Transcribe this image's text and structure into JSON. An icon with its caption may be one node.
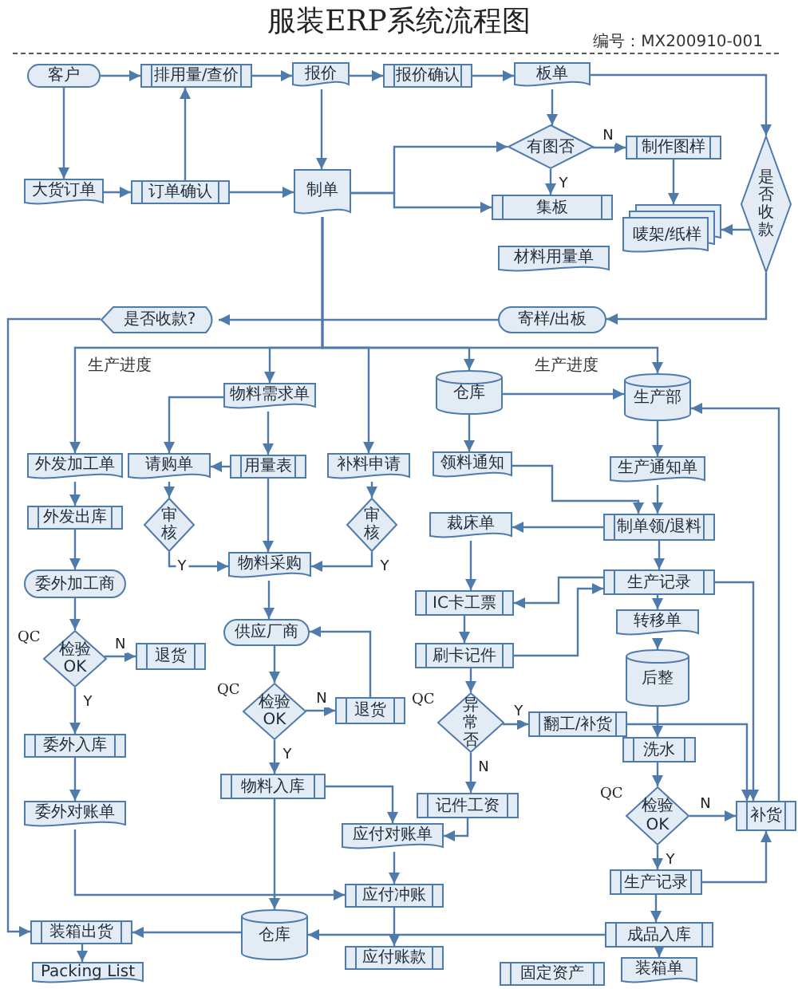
{
  "diagram": {
    "title": "服装ERP系统流程图",
    "nodes": [
      {
        "text": [
          "客户"
        ]
      },
      {
        "text": [
          "排用量/查价"
        ]
      },
      {
        "text": [
          "报价"
        ]
      },
      {
        "text": [
          "报价确认"
        ]
      },
      {
        "text": [
          "板单"
        ]
      },
      {
        "text": [
          "有图否"
        ]
      },
      {
        "text": [
          "制作图样"
        ]
      },
      {
        "text": [
          "是否收款"
        ]
      },
      {
        "text": [
          "大货订单"
        ]
      },
      {
        "text": [
          "订单确认"
        ]
      },
      {
        "text": [
          "制单"
        ]
      },
      {
        "text": [
          "集板"
        ]
      },
      {
        "text": [
          "唛架/纸样"
        ]
      },
      {
        "text": [
          "材料用量单"
        ]
      },
      {
        "text": [
          "是否收款?"
        ]
      },
      {
        "text": [
          "寄样/出板"
        ]
      },
      {
        "text": [
          "物料需求单"
        ]
      },
      {
        "text": [
          "仓库"
        ]
      },
      {
        "text": [
          "生产部"
        ]
      },
      {
        "text": [
          "外发加工单"
        ]
      },
      {
        "text": [
          "请购单"
        ]
      },
      {
        "text": [
          "用量表"
        ]
      },
      {
        "text": [
          "补料申请"
        ]
      },
      {
        "text": [
          "领料通知"
        ]
      },
      {
        "text": [
          "生产通知单"
        ]
      },
      {
        "text": [
          "外发出库"
        ]
      },
      {
        "text": [
          "审核"
        ]
      },
      {
        "text": [
          "审核"
        ]
      },
      {
        "text": [
          "裁床单"
        ]
      },
      {
        "text": [
          "制单领/退料"
        ]
      },
      {
        "text": [
          "委外加工商"
        ]
      },
      {
        "text": [
          "物料采购"
        ]
      },
      {
        "text": [
          "IC卡工票"
        ]
      },
      {
        "text": [
          "生产记录"
        ]
      },
      {
        "text": [
          "转移单"
        ]
      },
      {
        "text": [
          "检验OK"
        ],
        "beside": [
          "QC"
        ]
      },
      {
        "text": [
          "退货"
        ]
      },
      {
        "text": [
          "供应厂商"
        ]
      },
      {
        "text": [
          "刷卡记件"
        ]
      },
      {
        "text": [
          "后整"
        ]
      },
      {
        "text": [
          "检验OK"
        ],
        "beside": [
          "QC"
        ]
      },
      {
        "text": [
          "退货"
        ]
      },
      {
        "text": [
          "异常否"
        ],
        "beside": [
          "QC"
        ]
      },
      {
        "text": [
          "翻工/补货"
        ]
      },
      {
        "text": [
          "洗水"
        ]
      },
      {
        "text": [
          "委外入库"
        ]
      },
      {
        "text": [
          "物料入库"
        ]
      },
      {
        "text": [
          "检验OK"
        ],
        "beside": [
          "QC"
        ]
      },
      {
        "text": [
          "补货"
        ]
      },
      {
        "text": [
          "委外对账单"
        ]
      },
      {
        "text": [
          "记件工资"
        ]
      },
      {
        "text": [
          "应付对账单"
        ]
      },
      {
        "text": [
          "生产记录"
        ]
      },
      {
        "text": [
          "应付冲账"
        ]
      },
      {
        "text": [
          "装箱出货"
        ]
      },
      {
        "text": [
          "仓库"
        ]
      },
      {
        "text": [
          "成品入库"
        ]
      },
      {
        "text": [
          "应付账款"
        ]
      },
      {
        "text": [
          "装箱单"
        ]
      },
      {
        "text": [
          "Packing List"
        ]
      },
      {
        "text": [
          "固定资产"
        ]
      }
    ],
    "edges": [
      {
        "from": 0,
        "to": 1,
        "arrow": "to"
      },
      {
        "from": 1,
        "to": 2,
        "arrow": "to"
      },
      {
        "from": 2,
        "to": 3,
        "arrow": "to"
      },
      {
        "from": 3,
        "to": 4,
        "arrow": "to"
      },
      {
        "from": 4,
        "to": 7,
        "arrow": "to"
      },
      {
        "from": 4,
        "to": 5,
        "arrow": "to"
      },
      {
        "from": 5,
        "to": 6,
        "arrow": "to",
        "label": "N"
      },
      {
        "from": 5,
        "to": 11,
        "arrow": "to",
        "label": "Y"
      },
      {
        "from": 6,
        "to": 12,
        "arrow": "to"
      },
      {
        "from": 0,
        "to": 8,
        "arrow": "to"
      },
      {
        "from": 8,
        "to": 9,
        "arrow": "to"
      },
      {
        "from": 9,
        "to": 1,
        "arrow": "to"
      },
      {
        "from": 9,
        "to": 10,
        "arrow": "to"
      },
      {
        "from": 2,
        "to": 10,
        "arrow": "to"
      },
      {
        "from": 10,
        "to": 5,
        "arrow": "to"
      },
      {
        "from": 10,
        "to": 11,
        "arrow": "to"
      },
      {
        "from": 7,
        "to": 12,
        "arrow": "to"
      },
      {
        "from": 7,
        "to": 15,
        "arrow": "to"
      },
      {
        "from": 15,
        "to": 14,
        "arrow": "to"
      },
      {
        "from": 14,
        "to": 54,
        "arrow": "to"
      },
      {
        "from": 10,
        "to": 19,
        "arrow": "to"
      },
      {
        "from": 10,
        "to": 16,
        "arrow": "to"
      },
      {
        "from": 10,
        "to": 22,
        "arrow": "to"
      },
      {
        "from": 10,
        "to": 17,
        "arrow": "to"
      },
      {
        "from": 10,
        "to": 18,
        "arrow": "to"
      },
      {
        "from": 16,
        "to": 21,
        "arrow": "to"
      },
      {
        "from": 16,
        "to": 20,
        "arrow": "to"
      },
      {
        "from": 21,
        "to": 20,
        "arrow": "to"
      },
      {
        "from": 20,
        "to": 26,
        "arrow": "to"
      },
      {
        "from": 26,
        "to": 31,
        "arrow": "to",
        "label": "Y"
      },
      {
        "from": 21,
        "to": 31,
        "arrow": "to"
      },
      {
        "from": 22,
        "to": 27,
        "arrow": "to"
      },
      {
        "from": 27,
        "to": 31,
        "arrow": "to",
        "label": "Y"
      },
      {
        "from": 31,
        "to": 37,
        "arrow": "to"
      },
      {
        "from": 37,
        "to": 40,
        "arrow": "to"
      },
      {
        "from": 40,
        "to": 41,
        "arrow": "to",
        "label": "N"
      },
      {
        "from": 41,
        "to": 37,
        "arrow": "to"
      },
      {
        "from": 40,
        "to": 46,
        "arrow": "to",
        "label": "Y"
      },
      {
        "from": 46,
        "to": 51,
        "arrow": "to"
      },
      {
        "from": 46,
        "to": 55,
        "arrow": "to"
      },
      {
        "from": 19,
        "to": 25,
        "arrow": "to"
      },
      {
        "from": 25,
        "to": 30,
        "arrow": "to"
      },
      {
        "from": 30,
        "to": 35,
        "arrow": "to"
      },
      {
        "from": 35,
        "to": 36,
        "arrow": "to",
        "label": "N"
      },
      {
        "from": 35,
        "to": 45,
        "arrow": "to",
        "label": "Y"
      },
      {
        "from": 45,
        "to": 49,
        "arrow": "to"
      },
      {
        "from": 49,
        "to": 53,
        "arrow": "to"
      },
      {
        "from": 51,
        "to": 53,
        "arrow": "to"
      },
      {
        "from": 53,
        "to": 57,
        "arrow": "to"
      },
      {
        "from": 17,
        "to": 23,
        "arrow": "to"
      },
      {
        "from": 17,
        "to": 18,
        "arrow": "to"
      },
      {
        "from": 23,
        "to": 29,
        "arrow": "to"
      },
      {
        "from": 18,
        "to": 24,
        "arrow": "to"
      },
      {
        "from": 24,
        "to": 29,
        "arrow": "to"
      },
      {
        "from": 29,
        "to": 28,
        "arrow": "to"
      },
      {
        "from": 29,
        "to": 33,
        "arrow": "to"
      },
      {
        "from": 28,
        "to": 32,
        "arrow": "to"
      },
      {
        "from": 33,
        "to": 32,
        "arrow": "to"
      },
      {
        "from": 32,
        "to": 38,
        "arrow": "to"
      },
      {
        "from": 38,
        "to": 33,
        "arrow": "to"
      },
      {
        "from": 38,
        "to": 42,
        "arrow": "to"
      },
      {
        "from": 42,
        "to": 43,
        "arrow": "to",
        "label": "Y"
      },
      {
        "from": 42,
        "to": 50,
        "arrow": "to",
        "label": "N"
      },
      {
        "from": 33,
        "to": 48,
        "arrow": "to"
      },
      {
        "from": 43,
        "to": 48,
        "arrow": "to"
      },
      {
        "from": 48,
        "to": 18,
        "arrow": "to"
      },
      {
        "from": 47,
        "to": 48,
        "arrow": "to",
        "label": "N"
      },
      {
        "from": 52,
        "to": 48,
        "arrow": "to"
      },
      {
        "from": 33,
        "to": 34,
        "arrow": "to"
      },
      {
        "from": 34,
        "to": 39,
        "arrow": "to"
      },
      {
        "from": 39,
        "to": 44,
        "arrow": "to"
      },
      {
        "from": 44,
        "to": 47,
        "arrow": "to"
      },
      {
        "from": 47,
        "to": 52,
        "arrow": "to",
        "label": "Y"
      },
      {
        "from": 52,
        "to": 56,
        "arrow": "to"
      },
      {
        "from": 56,
        "to": 58,
        "arrow": "to"
      },
      {
        "from": 56,
        "to": 55,
        "arrow": "to"
      },
      {
        "from": 55,
        "to": 54,
        "arrow": "to"
      },
      {
        "from": 54,
        "to": 59,
        "arrow": "to"
      },
      {
        "from": 50,
        "to": 51,
        "arrow": "to"
      }
    ],
    "labels": [
      "编号：MX200910-001",
      "生产进度",
      "生产进度"
    ]
  }
}
